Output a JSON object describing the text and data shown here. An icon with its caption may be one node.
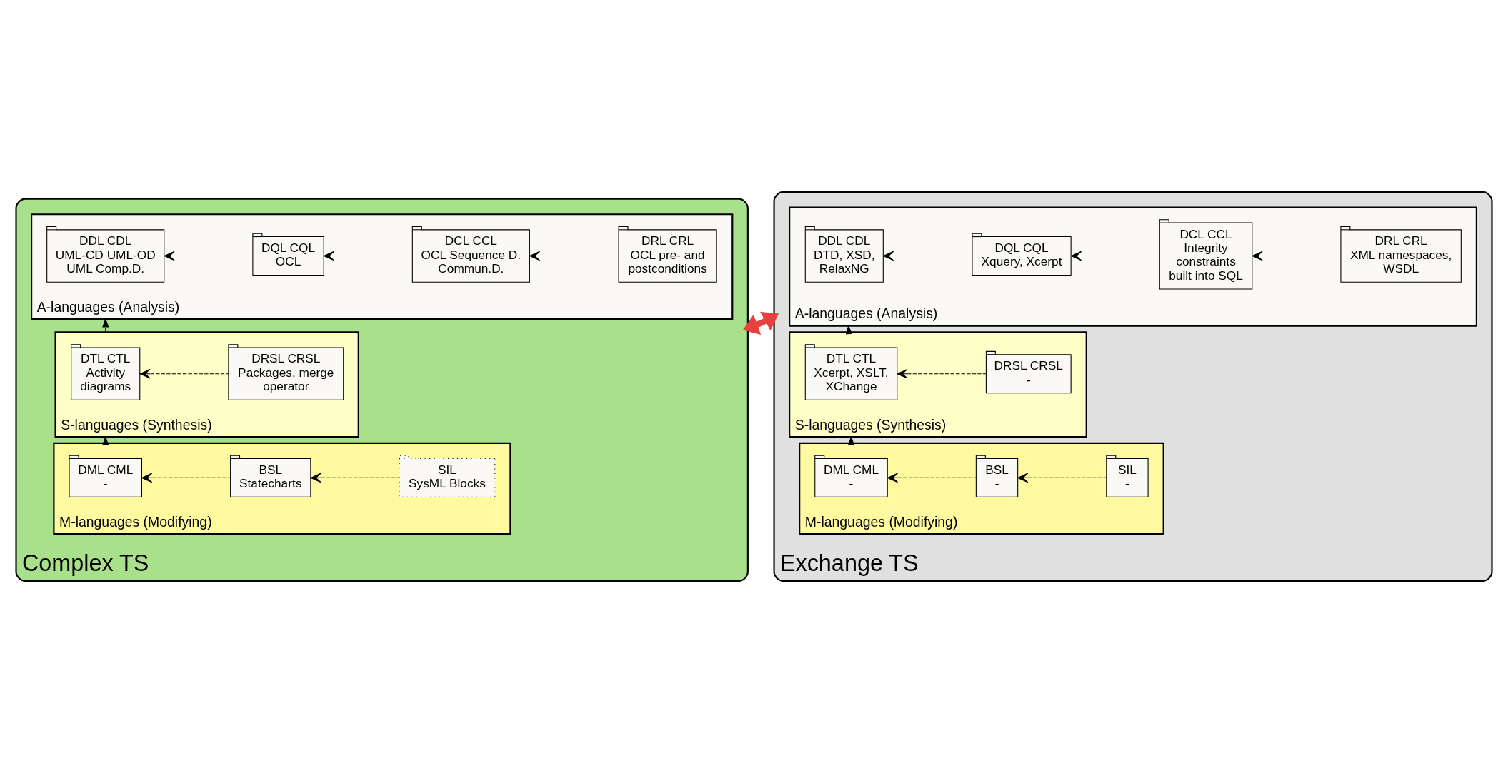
{
  "diagram": {
    "nodes": [
      {
        "text": [
          "Complex TS"
        ]
      },
      {
        "text": [
          "A-languages (Analysis)"
        ],
        "in": 0
      },
      {
        "text": [
          "DDL CDL",
          "UML-CD UML-OD UML Comp.D."
        ],
        "in": 1
      },
      {
        "text": [
          "DQL CQL",
          "OCL"
        ],
        "in": 1
      },
      {
        "text": [
          "DCL CCL",
          "OCL Sequence D. Commun.D."
        ],
        "in": 1
      },
      {
        "text": [
          "DRL CRL",
          "OCL pre- and postconditions"
        ],
        "in": 1
      },
      {
        "text": [
          "S-languages (Synthesis)"
        ],
        "in": 0
      },
      {
        "text": [
          "DTL CTL",
          "Activity diagrams"
        ],
        "in": 6
      },
      {
        "text": [
          "DRSL CRSL",
          "Packages, merge operator"
        ],
        "in": 6
      },
      {
        "text": [
          "M-languages (Modifying)"
        ],
        "in": 0
      },
      {
        "text": [
          "DML CML",
          "-"
        ],
        "in": 9
      },
      {
        "text": [
          "BSL",
          "Statecharts"
        ],
        "in": 9
      },
      {
        "text": [
          "SIL",
          "SysML Blocks"
        ],
        "in": 9
      },
      {
        "text": [
          "Exchange TS"
        ]
      },
      {
        "text": [
          "A-languages (Analysis)"
        ],
        "in": 13
      },
      {
        "text": [
          "DDL CDL",
          "DTD, XSD, RelaxNG"
        ],
        "in": 14
      },
      {
        "text": [
          "DQL CQL",
          "Xquery, Xcerpt"
        ],
        "in": 14
      },
      {
        "text": [
          "DCL CCL",
          "Integrity constraints built into SQL"
        ],
        "in": 14
      },
      {
        "text": [
          "DRL CRL",
          "XML namespaces, WSDL"
        ],
        "in": 14
      },
      {
        "text": [
          "S-languages (Synthesis)"
        ],
        "in": 13
      },
      {
        "text": [
          "DTL CTL",
          "Xcerpt, XSLT, XChange"
        ],
        "in": 19
      },
      {
        "text": [
          "DRSL CRSL",
          "-"
        ],
        "in": 19
      },
      {
        "text": [
          "M-languages (Modifying)"
        ],
        "in": 13
      },
      {
        "text": [
          "DML CML",
          "-"
        ],
        "in": 22
      },
      {
        "text": [
          "BSL",
          "-"
        ],
        "in": 22
      },
      {
        "text": [
          "SIL",
          "-"
        ],
        "in": 22
      }
    ],
    "edges": [
      {
        "from": 3,
        "to": 2,
        "arrow": "to",
        "style": "dashed"
      },
      {
        "from": 4,
        "to": 3,
        "arrow": "to",
        "style": "dashed"
      },
      {
        "from": 5,
        "to": 4,
        "arrow": "to",
        "style": "dashed"
      },
      {
        "from": 6,
        "to": 1,
        "arrow": "to",
        "style": "dashed"
      },
      {
        "from": 8,
        "to": 7,
        "arrow": "to",
        "style": "dashed"
      },
      {
        "from": 9,
        "to": 6,
        "arrow": "to",
        "style": "dashed"
      },
      {
        "from": 11,
        "to": 10,
        "arrow": "to",
        "style": "dashed"
      },
      {
        "from": 12,
        "to": 11,
        "arrow": "to",
        "style": "dashed"
      },
      {
        "from": 0,
        "to": 13,
        "arrow": "both",
        "style": "thick",
        "color": "#e84040"
      },
      {
        "from": 16,
        "to": 15,
        "arrow": "to",
        "style": "dashed"
      },
      {
        "from": 17,
        "to": 16,
        "arrow": "to",
        "style": "dashed"
      },
      {
        "from": 18,
        "to": 17,
        "arrow": "to",
        "style": "dashed"
      },
      {
        "from": 19,
        "to": 14,
        "arrow": "to",
        "style": "dashed"
      },
      {
        "from": 21,
        "to": 20,
        "arrow": "to",
        "style": "dashed"
      },
      {
        "from": 22,
        "to": 19,
        "arrow": "to",
        "style": "dashed"
      },
      {
        "from": 24,
        "to": 23,
        "arrow": "to",
        "style": "dashed"
      },
      {
        "from": 25,
        "to": 24,
        "arrow": "to",
        "style": "dashed"
      }
    ]
  }
}
